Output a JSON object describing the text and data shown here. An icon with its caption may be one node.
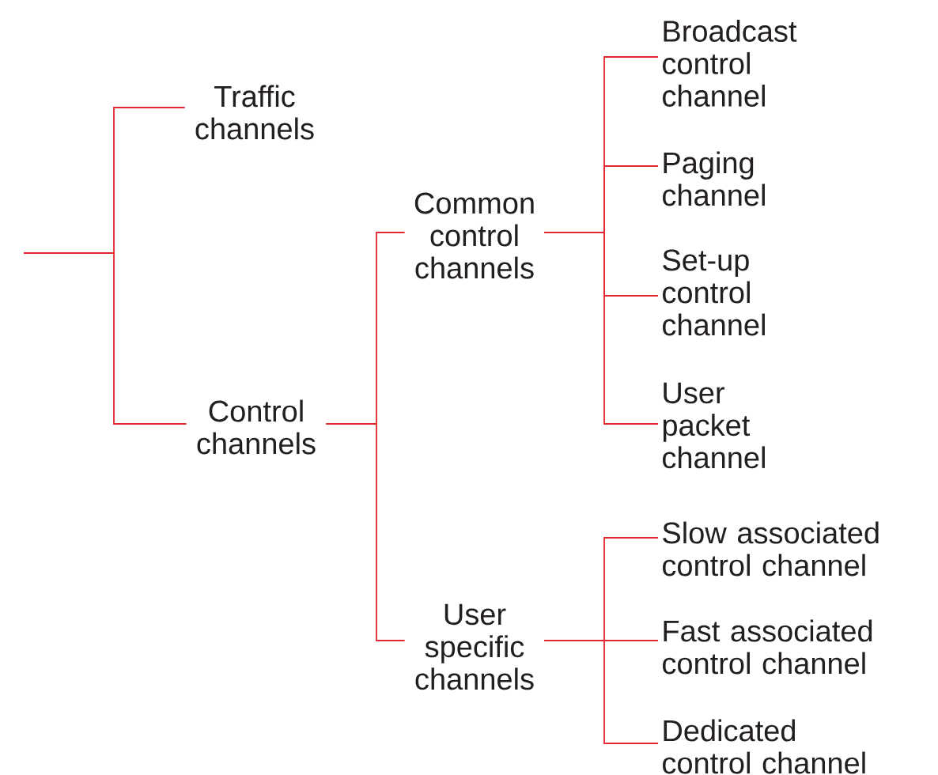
{
  "diagram": {
    "nodes": [
      {
        "text": [
          "Traffic channels"
        ]
      },
      {
        "text": [
          "Control channels"
        ]
      },
      {
        "text": [
          "Common control channels"
        ]
      },
      {
        "text": [
          "User specific channels"
        ]
      },
      {
        "text": [
          "Broadcast control channel"
        ]
      },
      {
        "text": [
          "Paging channel"
        ]
      },
      {
        "text": [
          "Set-up control channel"
        ]
      },
      {
        "text": [
          "User packet channel"
        ]
      },
      {
        "text": [
          "Slow associated control channel"
        ]
      },
      {
        "text": [
          "Fast associated control channel"
        ]
      },
      {
        "text": [
          "Dedicated control channel"
        ]
      }
    ],
    "edges": [
      {
        "from": null,
        "to": 0,
        "arrow": "none"
      },
      {
        "from": null,
        "to": 1,
        "arrow": "none"
      },
      {
        "from": 1,
        "to": 2,
        "arrow": "none"
      },
      {
        "from": 1,
        "to": 3,
        "arrow": "none"
      },
      {
        "from": 2,
        "to": 4,
        "arrow": "none"
      },
      {
        "from": 2,
        "to": 5,
        "arrow": "none"
      },
      {
        "from": 2,
        "to": 6,
        "arrow": "none"
      },
      {
        "from": 2,
        "to": 7,
        "arrow": "none"
      },
      {
        "from": 3,
        "to": 8,
        "arrow": "none"
      },
      {
        "from": 3,
        "to": 9,
        "arrow": "none"
      },
      {
        "from": 3,
        "to": 10,
        "arrow": "none"
      }
    ]
  }
}
